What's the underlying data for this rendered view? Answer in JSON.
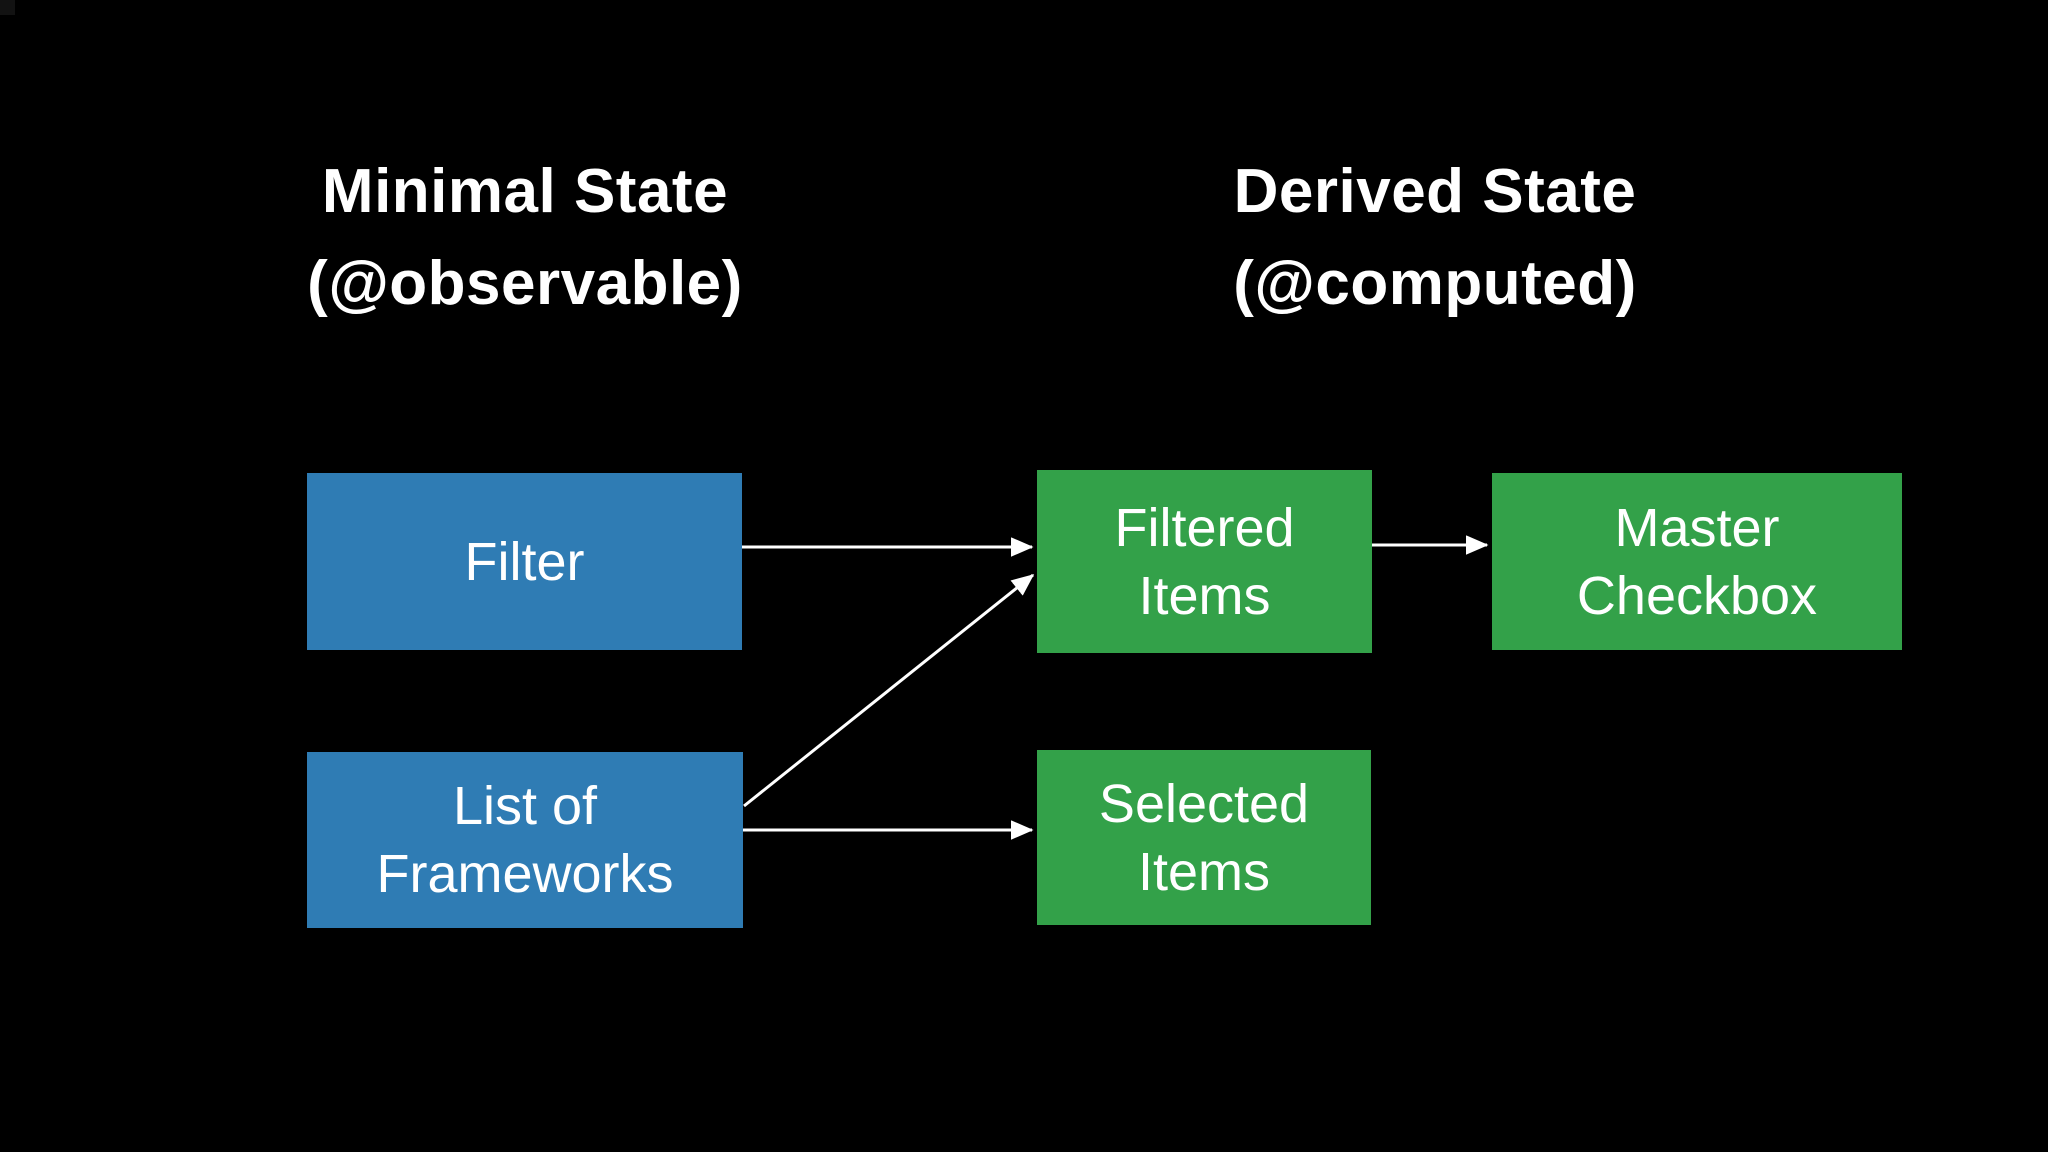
{
  "slide": {
    "background_color": "#000000",
    "text_color": "#ffffff",
    "column_headings": [
      {
        "id": "minimal-state",
        "line1": "Minimal State",
        "line2": "(@observable)"
      },
      {
        "id": "derived-state",
        "line1": "Derived State",
        "line2": "(@computed)"
      }
    ],
    "nodes": [
      {
        "id": "filter",
        "group": "observable",
        "line1": "Filter",
        "line2": ""
      },
      {
        "id": "list-of-frameworks",
        "group": "observable",
        "line1": "List of",
        "line2": "Frameworks"
      },
      {
        "id": "filtered-items",
        "group": "computed",
        "line1": "Filtered",
        "line2": "Items"
      },
      {
        "id": "master-checkbox",
        "group": "computed",
        "line1": "Master",
        "line2": "Checkbox"
      },
      {
        "id": "selected-items",
        "group": "computed",
        "line1": "Selected",
        "line2": "Items"
      }
    ],
    "edges": [
      {
        "from": "filter",
        "to": "filtered-items"
      },
      {
        "from": "list-of-frameworks",
        "to": "filtered-items"
      },
      {
        "from": "list-of-frameworks",
        "to": "selected-items"
      },
      {
        "from": "filtered-items",
        "to": "master-checkbox"
      }
    ],
    "colors": {
      "observable_box": "#2f7cb4",
      "computed_box": "#33a149",
      "arrow": "#ffffff"
    }
  }
}
